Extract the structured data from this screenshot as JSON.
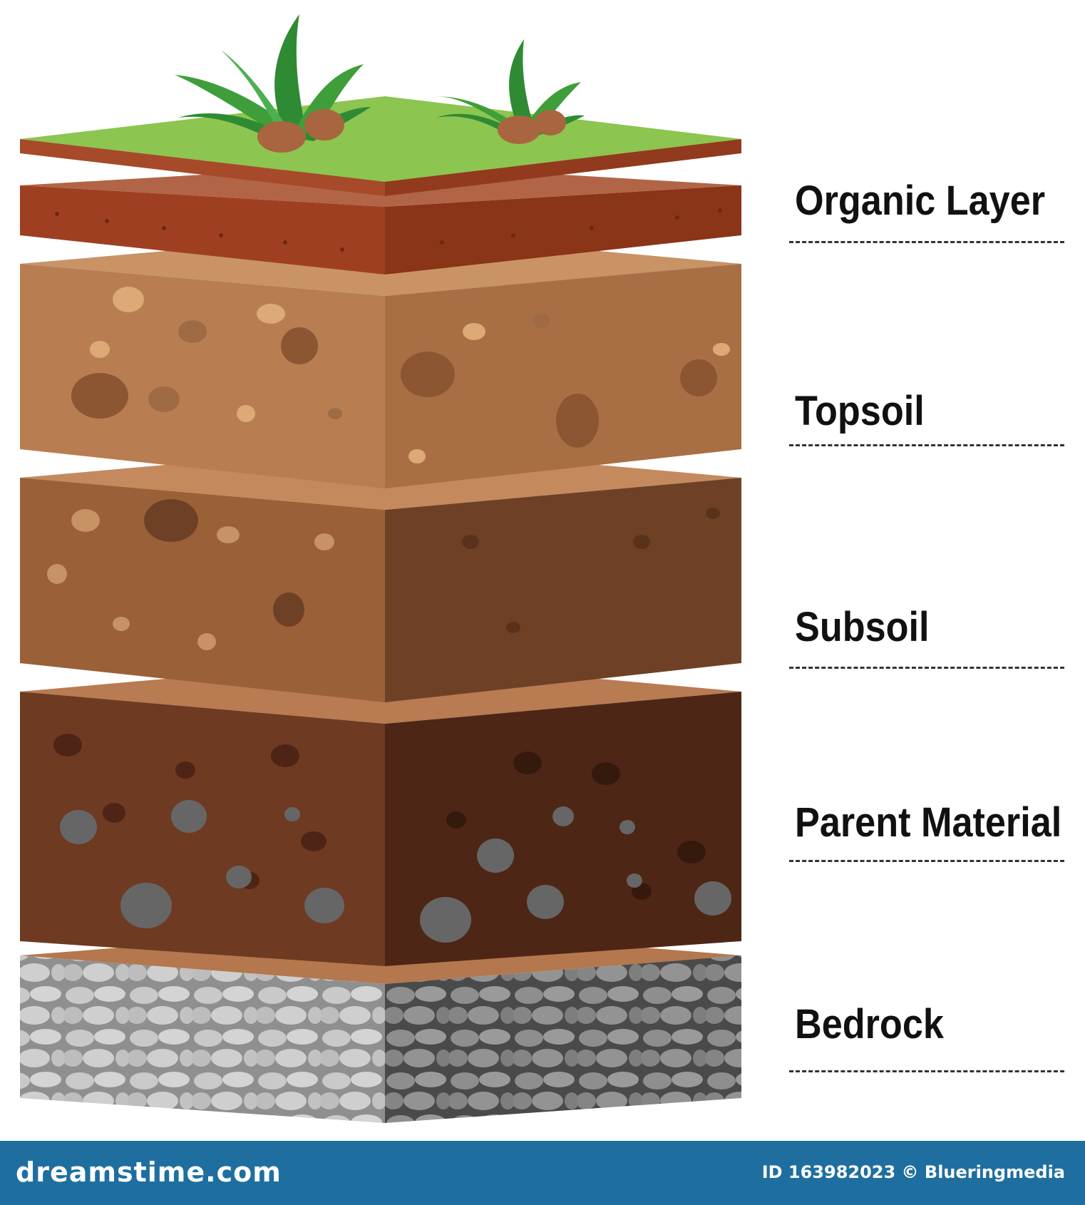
{
  "labels": {
    "organic": "Organic Layer",
    "topsoil": "Topsoil",
    "subsoil": "Subsoil",
    "parent": "Parent Material",
    "bedrock": "Bedrock"
  },
  "footer": {
    "site": "dreamstime.com",
    "credit": "ID 163982023 © Blueringmedia"
  },
  "colors": {
    "grass": "#8bc34a",
    "organic": "#a0432a",
    "topsoil": "#b07a50",
    "subsoil": "#915a36",
    "parent": "#6b3620",
    "bedrock": "#b8b8b8",
    "footer": "#1e6fa0"
  }
}
